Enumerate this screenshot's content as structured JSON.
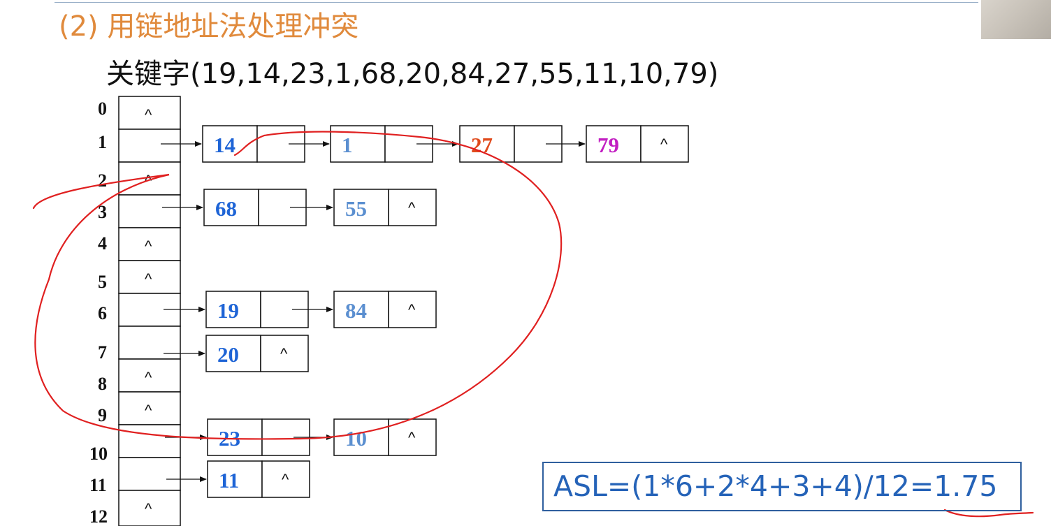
{
  "title": "(2)  用链地址法处理冲突",
  "keys_text": "关键字(19,14,23,1,68,20,84,27,55,11,10,79)",
  "null_symbol": "^",
  "table": [
    {
      "index": "0",
      "chain": []
    },
    {
      "index": "1",
      "chain": [
        "14",
        "1",
        "27",
        "79"
      ]
    },
    {
      "index": "2",
      "chain": []
    },
    {
      "index": "3",
      "chain": [
        "68",
        "55"
      ]
    },
    {
      "index": "4",
      "chain": []
    },
    {
      "index": "5",
      "chain": []
    },
    {
      "index": "6",
      "chain": [
        "19",
        "84"
      ]
    },
    {
      "index": "7",
      "chain": [
        "20"
      ]
    },
    {
      "index": "8",
      "chain": []
    },
    {
      "index": "9",
      "chain": []
    },
    {
      "index": "10",
      "chain": [
        "23",
        "10"
      ]
    },
    {
      "index": "11",
      "chain": [
        "11"
      ]
    },
    {
      "index": "12",
      "chain": []
    }
  ],
  "formula": "ASL=(1*6+2*4+3+4)/12=1.75",
  "colors": {
    "title": "#e08a3c",
    "value_blue": "#1e64d6",
    "value_light_blue": "#5b8fd0",
    "value_orange_red": "#e04a1c",
    "value_magenta": "#c21fc2",
    "formula_text": "#2563b8",
    "formula_border": "#2f5f9e",
    "ink_annotation": "#e02020"
  }
}
